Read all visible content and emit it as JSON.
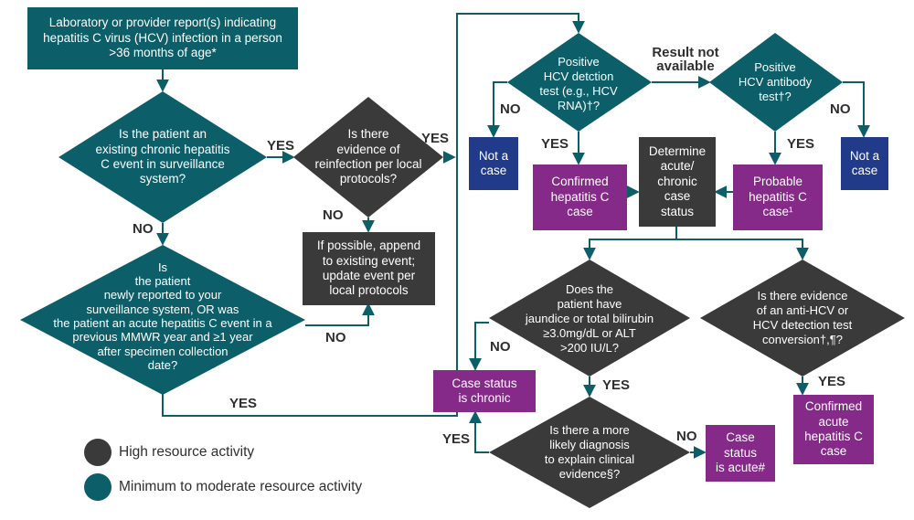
{
  "colors": {
    "teal": "#0c5e69",
    "dark_gray": "#3a3a3a",
    "navy": "#213a8a",
    "purple": "#862a8a",
    "connector": "#0c5e69"
  },
  "nodes": {
    "start": "Laboratory or provider report(s) indicating\nhepatitis C virus (HCV) infection in a person\n>36 months of age*",
    "existing_event": "Is the patient an\nexisting chronic hepatitis\nC event in surveillance\nsystem?",
    "reinfection": "Is there\nevidence of\nreinfection per local\nprotocols?",
    "append": "If possible, append\nto existing event;\nupdate event per\nlocal protocols",
    "newly_reported": "Is\nthe patient\nnewly reported to your\nsurveillance system, OR was\nthe patient an acute hepatitis C event in a\nprevious MMWR year and ≥1 year\nafter specimen collection\ndate?",
    "positive_detection": "Positive\nHCV detction\ntest (e.g., HCV\nRNA)†?",
    "positive_antibody": "Positive\nHCV antibody\ntest†?",
    "not_case_left": "Not a\ncase",
    "not_case_right": "Not a\ncase",
    "confirmed_chronic": "Confirmed\nhepatitis C\ncase",
    "determine_status": "Determine\nacute/\nchronic\ncase\nstatus",
    "probable": "Probable\nhepatitis C\ncase¹",
    "jaundice": "Does the\npatient have\njaundice or total bilirubin\n≥3.0mg/dL or ALT\n>200 IU/L?",
    "conversion": "Is there evidence\nof an anti-HCV or\nHCV detection test\nconversion†,¶?",
    "chronic_status": "Case status\nis chronic",
    "likely_diagnosis": "Is there a more\nlikely diagnosis\nto explain clinical\nevidence§?",
    "acute_status": "Case\nstatus\nis acute#",
    "confirmed_acute": "Confirmed\nacute\nhepatitis C\ncase"
  },
  "edge_labels": {
    "yes_existing": "YES",
    "no_existing": "NO",
    "yes_reinfection": "YES",
    "no_reinfection": "NO",
    "no_newly": "NO",
    "yes_newly": "YES",
    "result_not_available": "Result not\navailable",
    "no_detection": "NO",
    "yes_detection": "YES",
    "yes_antibody": "YES",
    "no_antibody": "NO",
    "no_jaundice": "NO",
    "yes_jaundice": "YES",
    "yes_conversion": "YES",
    "yes_likely": "YES",
    "no_likely": "NO"
  },
  "legend": {
    "high": "High resource activity",
    "moderate": "Minimum to moderate resource activity"
  }
}
